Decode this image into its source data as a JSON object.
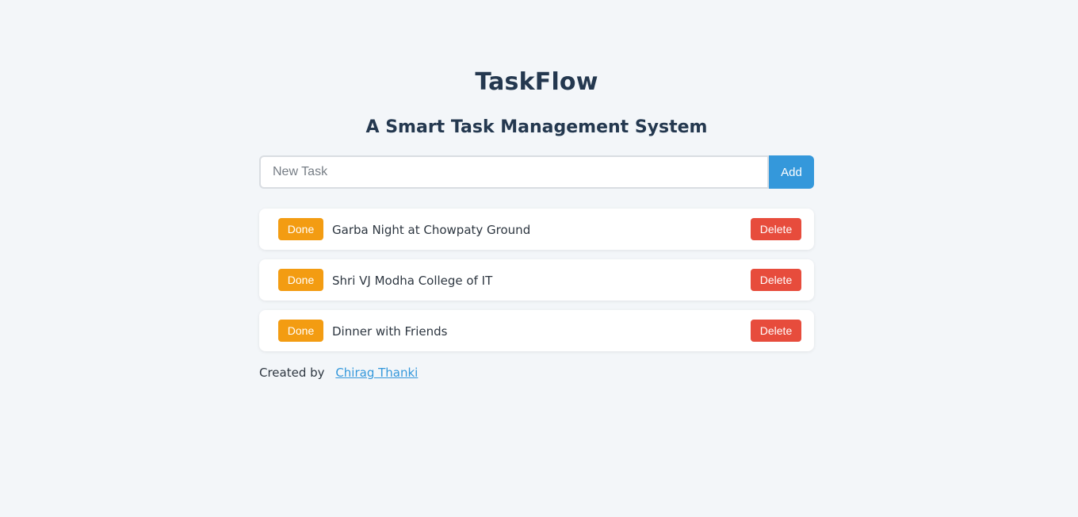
{
  "app": {
    "title": "TaskFlow",
    "subtitle": "A Smart Task Management System"
  },
  "add_form": {
    "input_value": "",
    "input_placeholder": "New Task",
    "add_label": "Add"
  },
  "tasks": [
    {
      "done_label": "Done",
      "text": "Garba Night at Chowpaty Ground",
      "delete_label": "Delete"
    },
    {
      "done_label": "Done",
      "text": "Shri VJ Modha College of IT",
      "delete_label": "Delete"
    },
    {
      "done_label": "Done",
      "text": "Dinner with Friends",
      "delete_label": "Delete"
    }
  ],
  "footer": {
    "prefix": "Created by",
    "author": "Chirag Thanki"
  },
  "colors": {
    "background": "#f3f6f9",
    "heading": "#24384f",
    "add_button": "#3498db",
    "done_button": "#f39c12",
    "delete_button": "#e74c3c",
    "link": "#3498db"
  }
}
